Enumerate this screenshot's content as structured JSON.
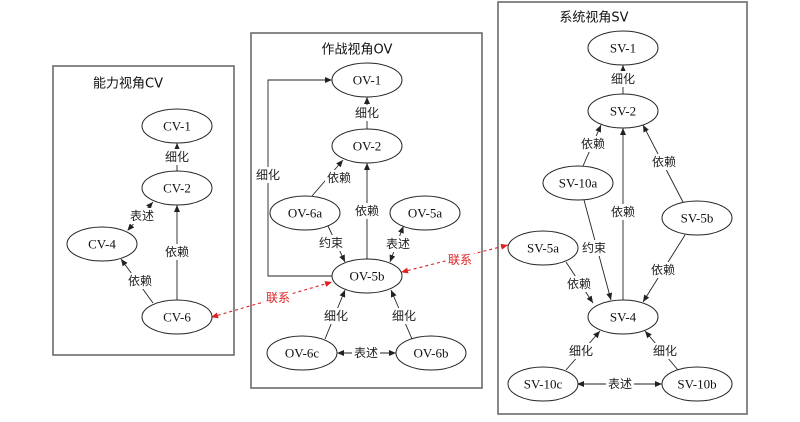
{
  "diagram": {
    "views": [
      {
        "id": "cv",
        "title": "能力视角CV"
      },
      {
        "id": "ov",
        "title": "作战视角OV"
      },
      {
        "id": "sv",
        "title": "系统视角SV"
      }
    ],
    "nodes": [
      {
        "id": "CV-1",
        "label": "CV-1",
        "view": "cv"
      },
      {
        "id": "CV-2",
        "label": "CV-2",
        "view": "cv"
      },
      {
        "id": "CV-4",
        "label": "CV-4",
        "view": "cv"
      },
      {
        "id": "CV-6",
        "label": "CV-6",
        "view": "cv"
      },
      {
        "id": "OV-1",
        "label": "OV-1",
        "view": "ov"
      },
      {
        "id": "OV-2",
        "label": "OV-2",
        "view": "ov"
      },
      {
        "id": "OV-6a",
        "label": "OV-6a",
        "view": "ov"
      },
      {
        "id": "OV-5a",
        "label": "OV-5a",
        "view": "ov"
      },
      {
        "id": "OV-5b",
        "label": "OV-5b",
        "view": "ov"
      },
      {
        "id": "OV-6c",
        "label": "OV-6c",
        "view": "ov"
      },
      {
        "id": "OV-6b",
        "label": "OV-6b",
        "view": "ov"
      },
      {
        "id": "SV-1",
        "label": "SV-1",
        "view": "sv"
      },
      {
        "id": "SV-2",
        "label": "SV-2",
        "view": "sv"
      },
      {
        "id": "SV-10a",
        "label": "SV-10a",
        "view": "sv"
      },
      {
        "id": "SV-5b",
        "label": "SV-5b",
        "view": "sv"
      },
      {
        "id": "SV-5a",
        "label": "SV-5a",
        "view": "sv"
      },
      {
        "id": "SV-4",
        "label": "SV-4",
        "view": "sv"
      },
      {
        "id": "SV-10c",
        "label": "SV-10c",
        "view": "sv"
      },
      {
        "id": "SV-10b",
        "label": "SV-10b",
        "view": "sv"
      }
    ],
    "edges": [
      {
        "from": "CV-2",
        "to": "CV-1",
        "label": "细化",
        "kind": "directed"
      },
      {
        "from": "CV-4",
        "to": "CV-2",
        "label": "表述",
        "kind": "bidirectional"
      },
      {
        "from": "CV-6",
        "to": "CV-2",
        "label": "依赖",
        "kind": "directed"
      },
      {
        "from": "CV-6",
        "to": "CV-4",
        "label": "依赖",
        "kind": "directed"
      },
      {
        "from": "OV-2",
        "to": "OV-1",
        "label": "细化",
        "kind": "directed"
      },
      {
        "from": "OV-5b",
        "to": "OV-1",
        "label": "细化",
        "kind": "directed"
      },
      {
        "from": "OV-6a",
        "to": "OV-2",
        "label": "依赖",
        "kind": "directed"
      },
      {
        "from": "OV-5b",
        "to": "OV-2",
        "label": "依赖",
        "kind": "directed"
      },
      {
        "from": "OV-6a",
        "to": "OV-5b",
        "label": "约束",
        "kind": "directed"
      },
      {
        "from": "OV-5a",
        "to": "OV-5b",
        "label": "表述",
        "kind": "bidirectional"
      },
      {
        "from": "OV-6c",
        "to": "OV-5b",
        "label": "细化",
        "kind": "directed"
      },
      {
        "from": "OV-6b",
        "to": "OV-5b",
        "label": "细化",
        "kind": "directed"
      },
      {
        "from": "OV-6c",
        "to": "OV-6b",
        "label": "表述",
        "kind": "bidirectional"
      },
      {
        "from": "SV-2",
        "to": "SV-1",
        "label": "细化",
        "kind": "directed"
      },
      {
        "from": "SV-10a",
        "to": "SV-2",
        "label": "依赖",
        "kind": "directed"
      },
      {
        "from": "SV-4",
        "to": "SV-2",
        "label": "依赖",
        "kind": "directed"
      },
      {
        "from": "SV-5b",
        "to": "SV-2",
        "label": "依赖",
        "kind": "directed"
      },
      {
        "from": "SV-10a",
        "to": "SV-4",
        "label": "约束",
        "kind": "directed"
      },
      {
        "from": "SV-5a",
        "to": "SV-4",
        "label": "依赖",
        "kind": "directed"
      },
      {
        "from": "SV-5b",
        "to": "SV-4",
        "label": "依赖",
        "kind": "directed"
      },
      {
        "from": "SV-10c",
        "to": "SV-4",
        "label": "细化",
        "kind": "directed"
      },
      {
        "from": "SV-10b",
        "to": "SV-4",
        "label": "细化",
        "kind": "directed"
      },
      {
        "from": "SV-10c",
        "to": "SV-10b",
        "label": "表述",
        "kind": "bidirectional"
      }
    ],
    "links": [
      {
        "from": "CV-6",
        "to": "OV-5b",
        "label": "联系",
        "color": "#e02020",
        "style": "dashed"
      },
      {
        "from": "OV-5b",
        "to": "SV-5a",
        "label": "联系",
        "color": "#e02020",
        "style": "dashed"
      }
    ]
  }
}
